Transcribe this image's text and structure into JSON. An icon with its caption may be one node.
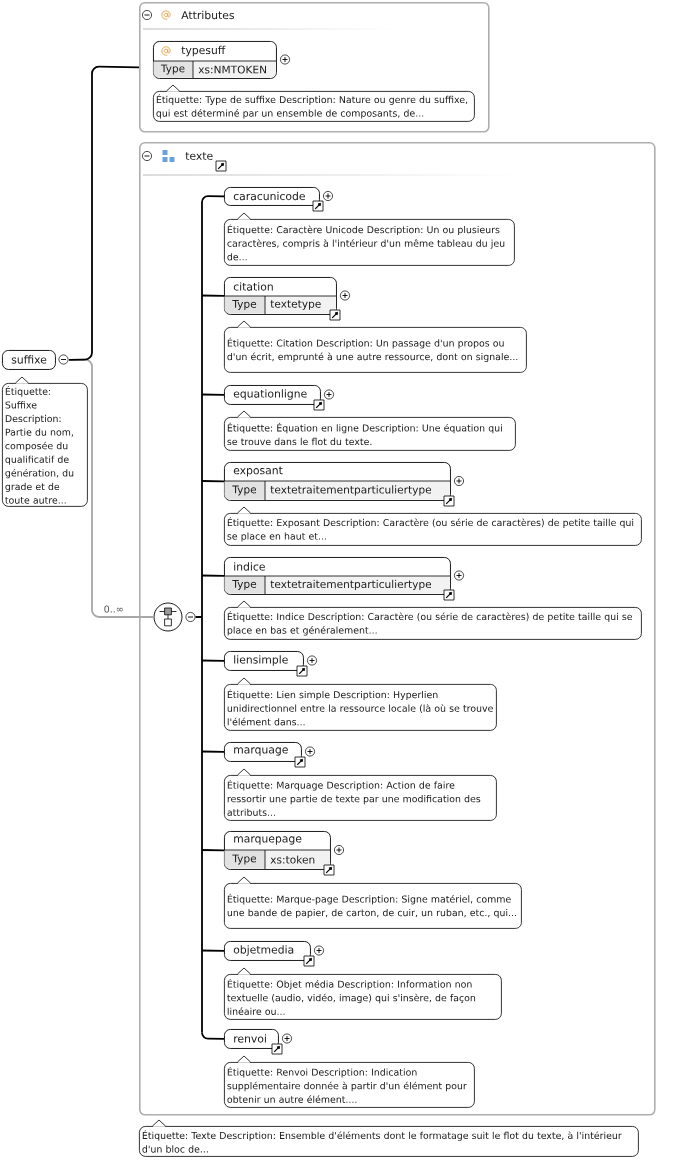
{
  "diagram": {
    "nodes": [
      {
        "text": [
          "suffixe"
        ]
      },
      {
        "text": [
          "Étiquette: Suffixe Description: Partie du nom, composée du qualificatif de génération, du grade et de toute autre..."
        ]
      },
      {
        "text": [
          "Attributes"
        ]
      },
      {
        "text": [
          "typesuff",
          "Type",
          "xs:NMTOKEN"
        ],
        "in": 2
      },
      {
        "text": [
          "Étiquette: Type de suffixe Description: Nature ou genre du suffixe, qui est déterminé par un ensemble de composants, de..."
        ],
        "in": 2
      },
      {
        "text": [
          "texte"
        ]
      },
      {
        "text": [],
        "shape": "circle",
        "in": 5
      },
      {
        "text": [
          "caracunicode"
        ],
        "in": 5
      },
      {
        "text": [
          "Étiquette: Caractère Unicode Description: Un ou plusieurs caractères, compris à l'intérieur d'un même tableau du jeu de..."
        ],
        "in": 5
      },
      {
        "text": [
          "citation",
          "Type",
          "textetype"
        ],
        "in": 5
      },
      {
        "text": [
          "Étiquette: Citation Description: Un passage d'un propos ou d'un écrit, emprunté à une autre ressource, dont on signale..."
        ],
        "in": 5
      },
      {
        "text": [
          "equationligne"
        ],
        "in": 5
      },
      {
        "text": [
          "Étiquette: Équation en ligne Description: Une équation qui se trouve dans le flot du texte."
        ],
        "in": 5
      },
      {
        "text": [
          "exposant",
          "Type",
          "textetraitementparticuliertype"
        ],
        "in": 5
      },
      {
        "text": [
          "Étiquette: Exposant Description: Caractère (ou série de caractères) de petite taille qui se place en haut et..."
        ],
        "in": 5
      },
      {
        "text": [
          "indice",
          "Type",
          "textetraitementparticuliertype"
        ],
        "in": 5
      },
      {
        "text": [
          "Étiquette: Indice Description: Caractère (ou série de caractères) de petite taille qui se place en bas et généralement..."
        ],
        "in": 5
      },
      {
        "text": [
          "liensimple"
        ],
        "in": 5
      },
      {
        "text": [
          "Étiquette: Lien simple Description: Hyperlien unidirectionnel entre la ressource locale (là où se trouve l'élément dans..."
        ],
        "in": 5
      },
      {
        "text": [
          "marquage"
        ],
        "in": 5
      },
      {
        "text": [
          "Étiquette: Marquage Description: Action de faire ressortir une partie de texte par une modification des attributs..."
        ],
        "in": 5
      },
      {
        "text": [
          "marquepage",
          "Type",
          "xs:token"
        ],
        "in": 5
      },
      {
        "text": [
          "Étiquette: Marque-page Description: Signe matériel, comme une bande de papier, de carton, de cuir, un ruban, etc., qui..."
        ],
        "in": 5
      },
      {
        "text": [
          "objetmedia"
        ],
        "in": 5
      },
      {
        "text": [
          "Étiquette: Objet média Description: Information non textuelle (audio, vidéo, image) qui s'insère, de façon linéaire ou..."
        ],
        "in": 5
      },
      {
        "text": [
          "renvoi"
        ],
        "in": 5
      },
      {
        "text": [
          "Étiquette: Renvoi Description: Indication supplémentaire donnée à partir d'un élément pour obtenir un autre élément...."
        ],
        "in": 5
      },
      {
        "text": [
          "Étiquette: Texte Description: Ensemble d'éléments dont le formatage suit le flot du texte, à l'intérieur d'un bloc de..."
        ]
      }
    ],
    "edges": [
      {
        "from": 0,
        "to": 2,
        "arrow": "none"
      },
      {
        "from": 0,
        "to": 6,
        "arrow": "none",
        "label": "0..∞",
        "color": "#a8a8a8"
      },
      {
        "from": 6,
        "to": 7,
        "arrow": "none"
      },
      {
        "from": 6,
        "to": 9,
        "arrow": "none"
      },
      {
        "from": 6,
        "to": 11,
        "arrow": "none"
      },
      {
        "from": 6,
        "to": 13,
        "arrow": "none"
      },
      {
        "from": 6,
        "to": 15,
        "arrow": "none"
      },
      {
        "from": 6,
        "to": 17,
        "arrow": "none"
      },
      {
        "from": 6,
        "to": 19,
        "arrow": "none"
      },
      {
        "from": 6,
        "to": 21,
        "arrow": "none"
      },
      {
        "from": 6,
        "to": 23,
        "arrow": "none"
      },
      {
        "from": 6,
        "to": 25,
        "arrow": "none"
      }
    ]
  }
}
